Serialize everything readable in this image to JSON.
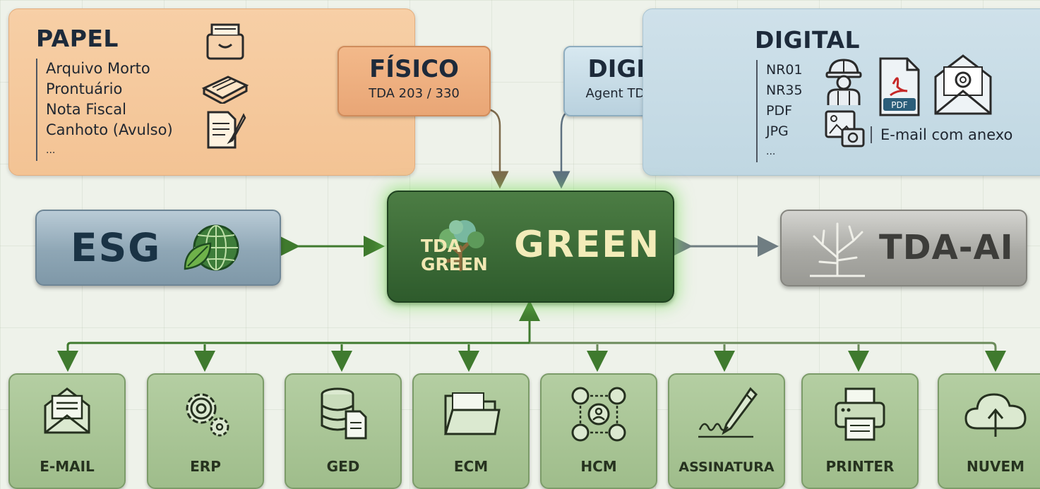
{
  "papel": {
    "title": "PAPEL",
    "items": [
      "Arquivo Morto",
      "Prontuário",
      "Nota Fiscal",
      "Canhoto (Avulso)",
      "..."
    ]
  },
  "fisico": {
    "title": "FÍSICO",
    "subtitle": "TDA 203 / 330"
  },
  "digital_label": {
    "title": "DIGITAL",
    "subtitle": "Agent TDA Green"
  },
  "digital": {
    "title": "DIGITAL",
    "items": [
      "NR01",
      "NR35",
      "PDF",
      "JPG",
      "..."
    ],
    "email_note": "E-mail com anexo",
    "pdf_badge": "PDF"
  },
  "esg": {
    "label": "ESG"
  },
  "center": {
    "logo_top": "TDA",
    "logo_bottom": "GREEN",
    "title": "GREEN"
  },
  "tdaai": {
    "label": "TDA-AI"
  },
  "destinations": [
    "E-MAIL",
    "ERP",
    "GED",
    "ECM",
    "HCM",
    "ASSINATURA",
    "PRINTER",
    "NUVEM"
  ],
  "colors": {
    "green_arrow": "#3f7a2e",
    "gray_arrow": "#6f7d82",
    "center_glow": "#7cdc5a"
  }
}
